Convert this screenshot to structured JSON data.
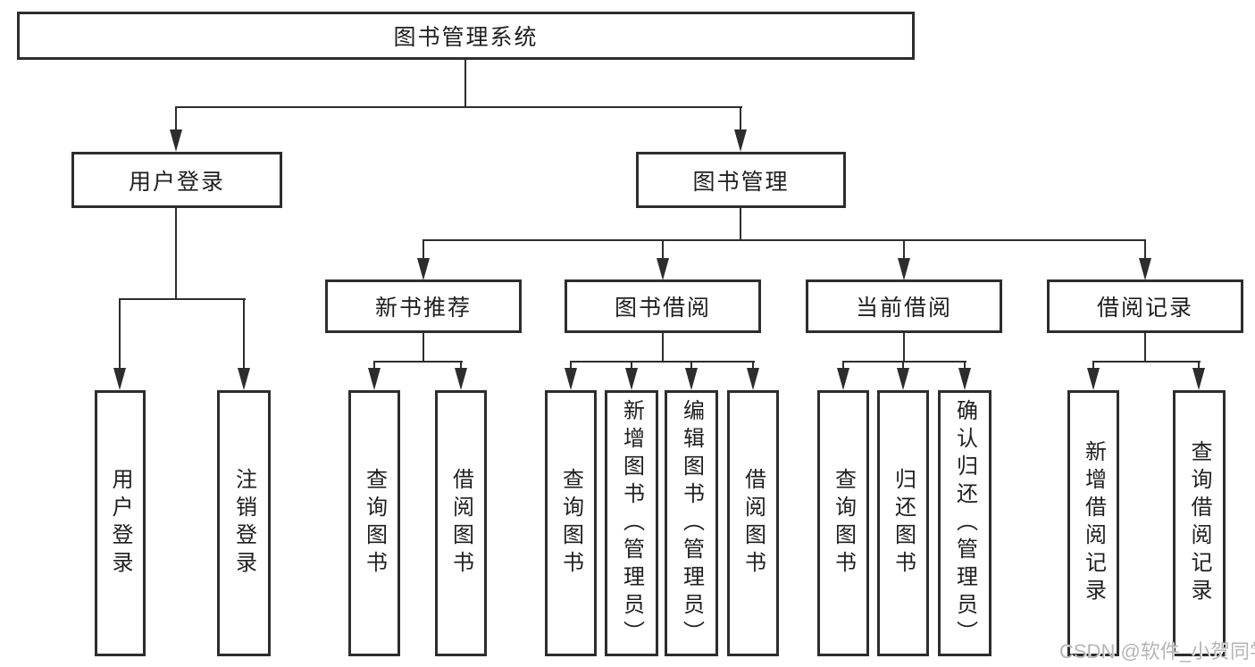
{
  "diagram": {
    "title": "图书管理系统",
    "colors": {
      "line": "#2d2d2d",
      "text": "#1f1f1f",
      "background": "#ffffff",
      "watermark": "#b5b5b5"
    },
    "nodes": {
      "root": "图书管理系统",
      "level2": [
        "用户登录",
        "图书管理"
      ],
      "level3": [
        "新书推荐",
        "图书借阅",
        "当前借阅",
        "借阅记录"
      ],
      "leaves_user_login": [
        "用户登录",
        "注销登录"
      ],
      "leaves_new_books": [
        "查询图书",
        "借阅图书"
      ],
      "leaves_book_borrow": [
        "查询图书",
        "新增图书（管理员）",
        "编辑图书（管理员）",
        "借阅图书"
      ],
      "leaves_current_borrow": [
        "查询图书",
        "归还图书",
        "确认归还（管理员）"
      ],
      "leaves_borrow_records": [
        "新增借阅记录",
        "查询借阅记录"
      ]
    },
    "watermark": "CSDN @软件_小贺同学"
  }
}
